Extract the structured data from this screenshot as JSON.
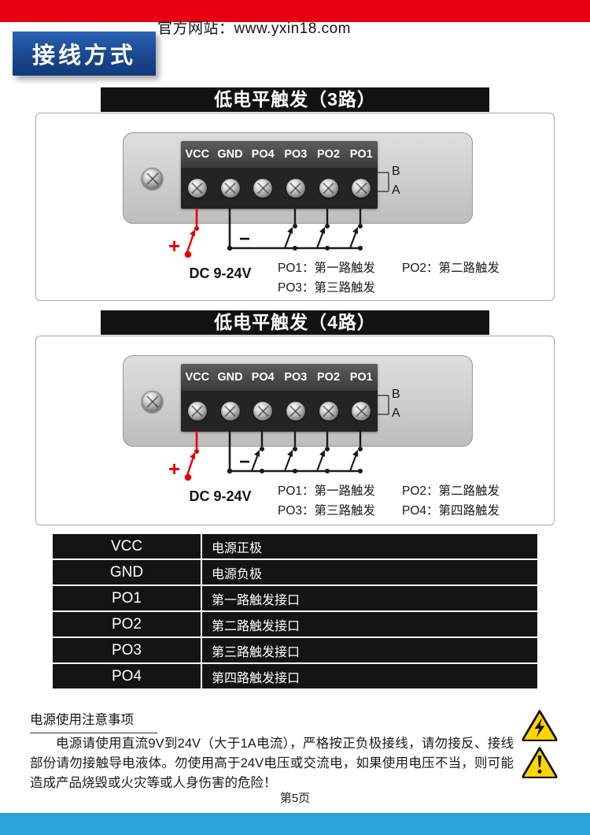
{
  "header": {
    "website": "官方网站：www.yxin18.com",
    "badge": "接线方式"
  },
  "diagram3": {
    "title": "低电平触发（3路）",
    "terminals": [
      "VCC",
      "GND",
      "PO4",
      "PO3",
      "PO2",
      "PO1"
    ],
    "bracket": {
      "top": "B",
      "bottom": "A"
    },
    "plus": "+",
    "minus": "−",
    "power": "DC 9-24V",
    "legend": {
      "l1a": "PO1：第一路触发",
      "l1b": "PO2：第二路触发",
      "l2a": "PO3：第三路触发"
    }
  },
  "diagram4": {
    "title": "低电平触发（4路）",
    "terminals": [
      "VCC",
      "GND",
      "PO4",
      "PO3",
      "PO2",
      "PO1"
    ],
    "bracket": {
      "top": "B",
      "bottom": "A"
    },
    "plus": "+",
    "minus": "−",
    "power": "DC 9-24V",
    "legend": {
      "l1a": "PO1：第一路触发",
      "l1b": "PO2：第二路触发",
      "l2a": "PO3：第三路触发",
      "l2b": "PO4：第四路触发"
    }
  },
  "table": {
    "rows": [
      {
        "key": "VCC",
        "desc": "电源正极"
      },
      {
        "key": "GND",
        "desc": "电源负极"
      },
      {
        "key": "PO1",
        "desc": "第一路触发接口"
      },
      {
        "key": "PO2",
        "desc": "第二路触发接口"
      },
      {
        "key": "PO3",
        "desc": "第三路触发接口"
      },
      {
        "key": "PO4",
        "desc": "第四路触发接口"
      }
    ]
  },
  "notice": {
    "title": "电源使用注意事项",
    "body": "电源请使用直流9V到24V（大于1A电流），严格按正负极接线，请勿接反、接线部份请勿接触导电液体。勿使用高于24V电压或交流电，如果使用电压不当，则可能造成产品烧毁或火灾等或人身伤害的危险！"
  },
  "footer": {
    "page": "第5页"
  }
}
